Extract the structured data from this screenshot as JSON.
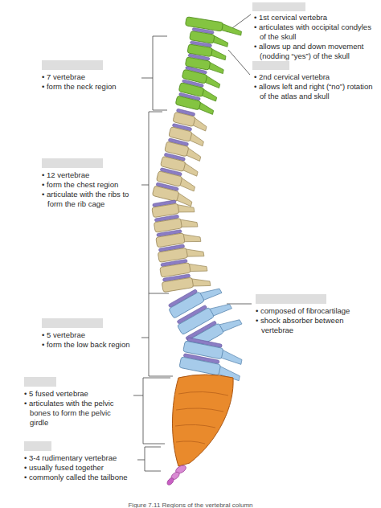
{
  "diagram": {
    "caption": "Figure 7.11 Regions of the vertebral column",
    "labels": [
      "• 7 vertebrae",
      "• form the neck region",
      "• 12 vertebrae",
      "• form the chest region",
      "• articulate with the ribs to form the rib cage",
      "• 5 vertebrae",
      "• form the low back region",
      "• 5 fused vertebrae",
      "• articulates with the pelvic bones to form the pelvic girdle",
      "• 3-4 rudimentary vertebrae",
      "• usually fused together",
      "• commonly called the tailbone",
      "• 1st cervical vertebra",
      "• articulates with occipital condyles of the skull",
      "• allows up and down movement (nodding “yes”) of the skull",
      "• 2nd cervical vertebra",
      "• allows left and right (“no”) rotation of the atlas and skull",
      "• composed of fibrocartilage",
      "• shock absorber between vertebrae"
    ]
  }
}
